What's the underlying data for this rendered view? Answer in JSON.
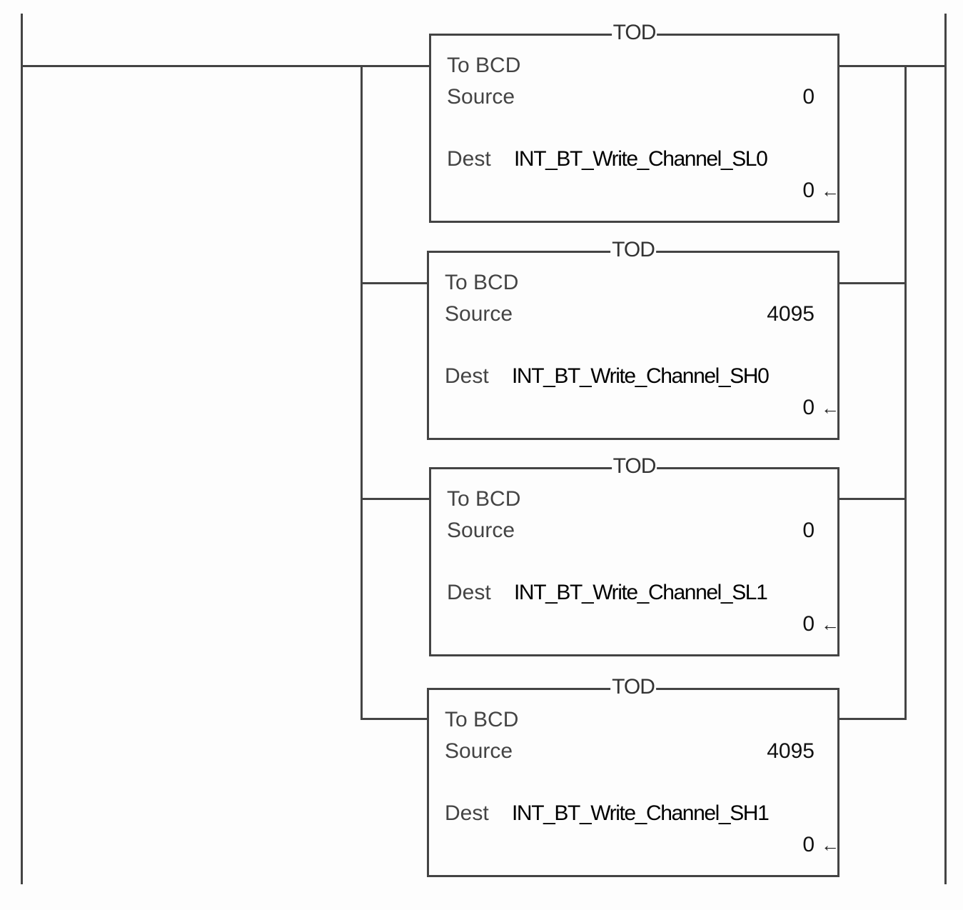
{
  "rung": {
    "instructions": [
      {
        "mnemonic": "TOD",
        "title": "To BCD",
        "source_label": "Source",
        "source_value": "0",
        "dest_label": "Dest",
        "dest_tag": "INT_BT_Write_Channel_SL0",
        "dest_value": "0",
        "arrow_icon": "←"
      },
      {
        "mnemonic": "TOD",
        "title": "To BCD",
        "source_label": "Source",
        "source_value": "4095",
        "dest_label": "Dest",
        "dest_tag": "INT_BT_Write_Channel_SH0",
        "dest_value": "0",
        "arrow_icon": "←"
      },
      {
        "mnemonic": "TOD",
        "title": "To BCD",
        "source_label": "Source",
        "source_value": "0",
        "dest_label": "Dest",
        "dest_tag": "INT_BT_Write_Channel_SL1",
        "dest_value": "0",
        "arrow_icon": "←"
      },
      {
        "mnemonic": "TOD",
        "title": "To BCD",
        "source_label": "Source",
        "source_value": "4095",
        "dest_label": "Dest",
        "dest_tag": "INT_BT_Write_Channel_SH1",
        "dest_value": "0",
        "arrow_icon": "←"
      }
    ]
  }
}
